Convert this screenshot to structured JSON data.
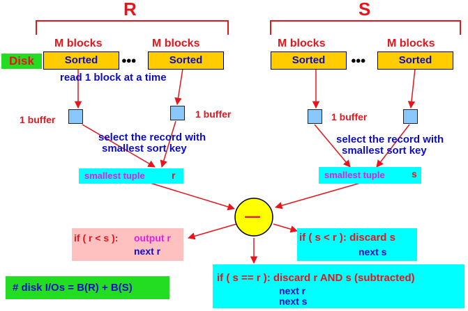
{
  "relations": {
    "r": {
      "name": "R",
      "block_label_1": "M blocks",
      "block_label_2": "M blocks",
      "sorted_1": "Sorted",
      "sorted_2": "Sorted"
    },
    "s": {
      "name": "S",
      "block_label_1": "M blocks",
      "block_label_2": "M blocks",
      "sorted_1": "Sorted",
      "sorted_2": "Sorted"
    }
  },
  "disk_label": "Disk",
  "ellipsis": "●●●",
  "read_label": "read 1 block at a time",
  "buffer_label": "1 buffer",
  "select_line1": "select the record with",
  "select_line2": "smallest sort key",
  "smallest_tuple_label": "smallest tuple",
  "r_var": "r",
  "s_var": "s",
  "operator": "—",
  "outcomes": {
    "less": {
      "cond": "if ( r < s ):",
      "action": "output r",
      "next": "next r"
    },
    "greater": {
      "cond": "if ( s < r ): discard s",
      "next": "next s"
    },
    "equal": {
      "cond": "if ( s == r ): discard r AND s (subtracted)",
      "next1": "next r",
      "next2": "next s"
    }
  },
  "cost_formula": "# disk I/Os = B(R) + B(S)",
  "colors": {
    "red": "#e8141c",
    "blue": "#0c0cc8",
    "magenta": "#e01ee0",
    "sorted": "#ffcc00",
    "buffer": "#88c8ff",
    "cyan": "#00ffff",
    "pink": "#ffc0c0",
    "green": "#22dd22",
    "circle": "#ffff00"
  }
}
